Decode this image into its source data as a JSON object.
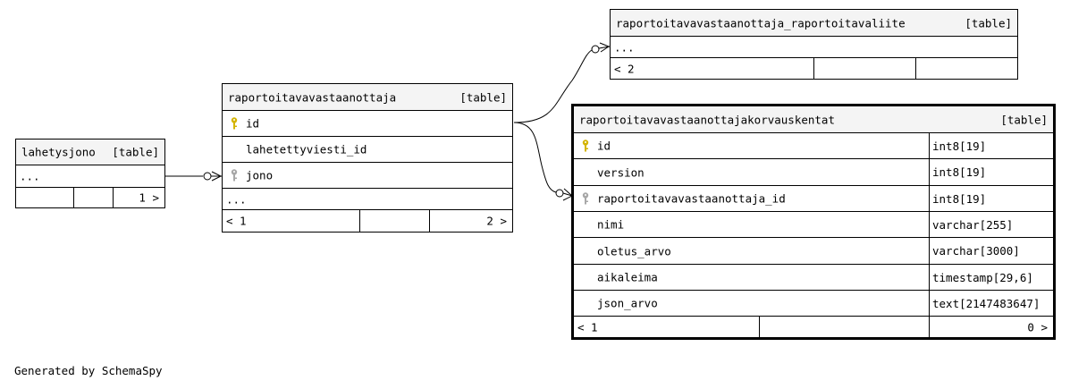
{
  "diagram": {
    "footer_text": "Generated by SchemaSpy",
    "tables": {
      "lahetysjono": {
        "name": "lahetysjono",
        "type": "[table]",
        "ellipsis": "...",
        "nav_right": "1 >"
      },
      "raportoitavavastaanottaja": {
        "name": "raportoitavavastaanottaja",
        "type": "[table]",
        "columns": [
          {
            "name": "id",
            "key": "primary"
          },
          {
            "name": "lahetettyviesti_id",
            "key": "none"
          },
          {
            "name": "jono",
            "key": "foreign"
          }
        ],
        "ellipsis": "...",
        "nav_left": "< 1",
        "nav_right": "2 >"
      },
      "liite": {
        "name": "raportoitavavastaanottaja_raportoitavaliite",
        "type": "[table]",
        "ellipsis": "...",
        "nav_left": "< 2"
      },
      "korvauskentat": {
        "name": "raportoitavavastaanottajakorvauskentat",
        "type": "[table]",
        "columns": [
          {
            "name": "id",
            "type": "int8[19]",
            "key": "primary"
          },
          {
            "name": "version",
            "type": "int8[19]",
            "key": "none"
          },
          {
            "name": "raportoitavavastaanottaja_id",
            "type": "int8[19]",
            "key": "foreign"
          },
          {
            "name": "nimi",
            "type": "varchar[255]",
            "key": "none"
          },
          {
            "name": "oletus_arvo",
            "type": "varchar[3000]",
            "key": "none"
          },
          {
            "name": "aikaleima",
            "type": "timestamp[29,6]",
            "key": "none"
          },
          {
            "name": "json_arvo",
            "type": "text[2147483647]",
            "key": "none"
          }
        ],
        "nav_left": "< 1",
        "nav_right": "0 >"
      }
    },
    "colors": {
      "border": "#000000",
      "header_background": "#f4f4f4",
      "primary_key_icon": "#d4b400",
      "foreign_key_icon": "#a8a8a8"
    }
  }
}
